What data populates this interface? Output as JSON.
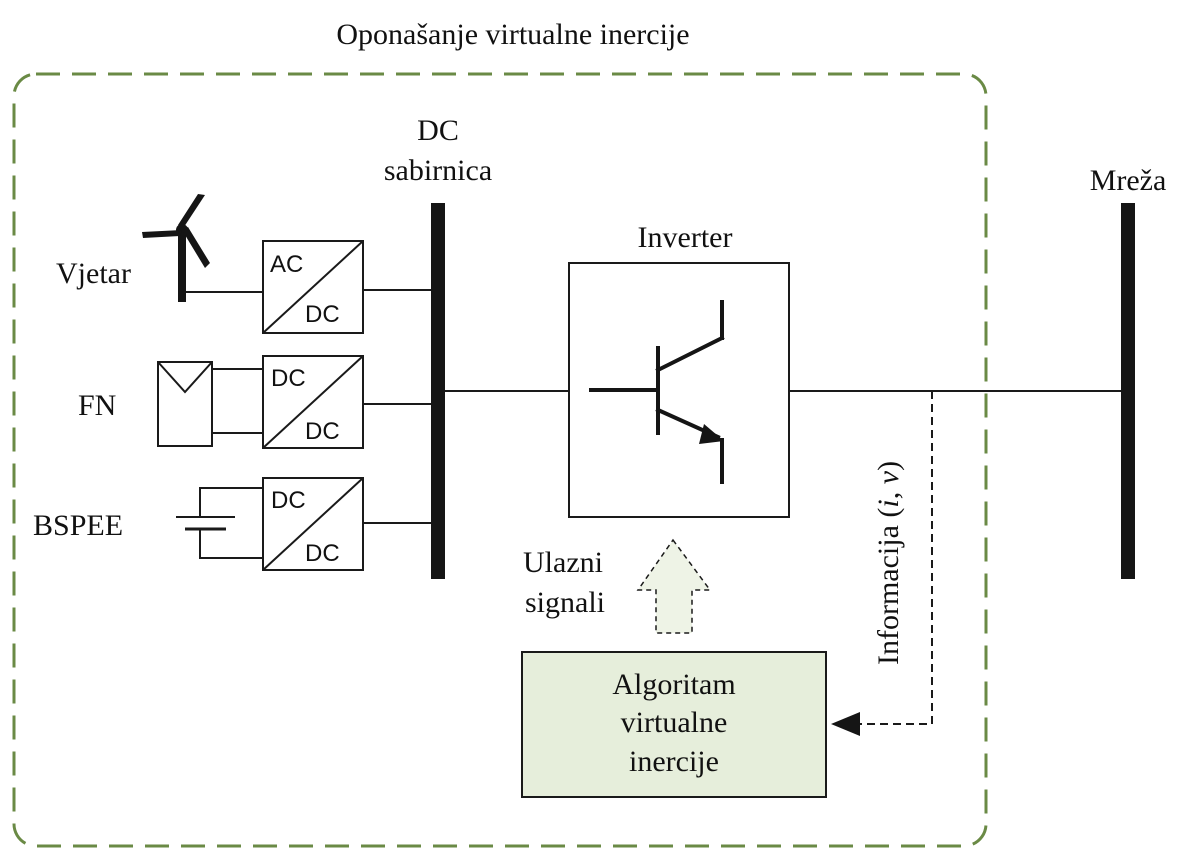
{
  "title": "Oponašanje virtualne inercije",
  "dc_bus": {
    "line1": "DC",
    "line2": "sabirnica"
  },
  "grid": {
    "label": "Mreža"
  },
  "inverter": {
    "label": "Inverter"
  },
  "sources": [
    {
      "label": "Vjetar",
      "converter_top": "AC",
      "converter_bottom": "DC"
    },
    {
      "label": "FN",
      "converter_top": "DC",
      "converter_bottom": "DC"
    },
    {
      "label": "BSPEE",
      "converter_top": "DC",
      "converter_bottom": "DC"
    }
  ],
  "input_signals": {
    "line1": "Ulazni",
    "line2": "signali"
  },
  "feedback": {
    "prefix": "Informacija (",
    "i": "i",
    "sep": ", ",
    "v": "v",
    "suffix": ")"
  },
  "algorithm": {
    "line1": "Algoritam",
    "line2": "virtualne",
    "line3": "inercije"
  },
  "colors": {
    "boundary": "#6a8a45",
    "algorithm_fill": "#e6eedb",
    "input_arrow_fill": "#eef3e6",
    "bus": "#151515",
    "line": "#1a1a1a"
  }
}
